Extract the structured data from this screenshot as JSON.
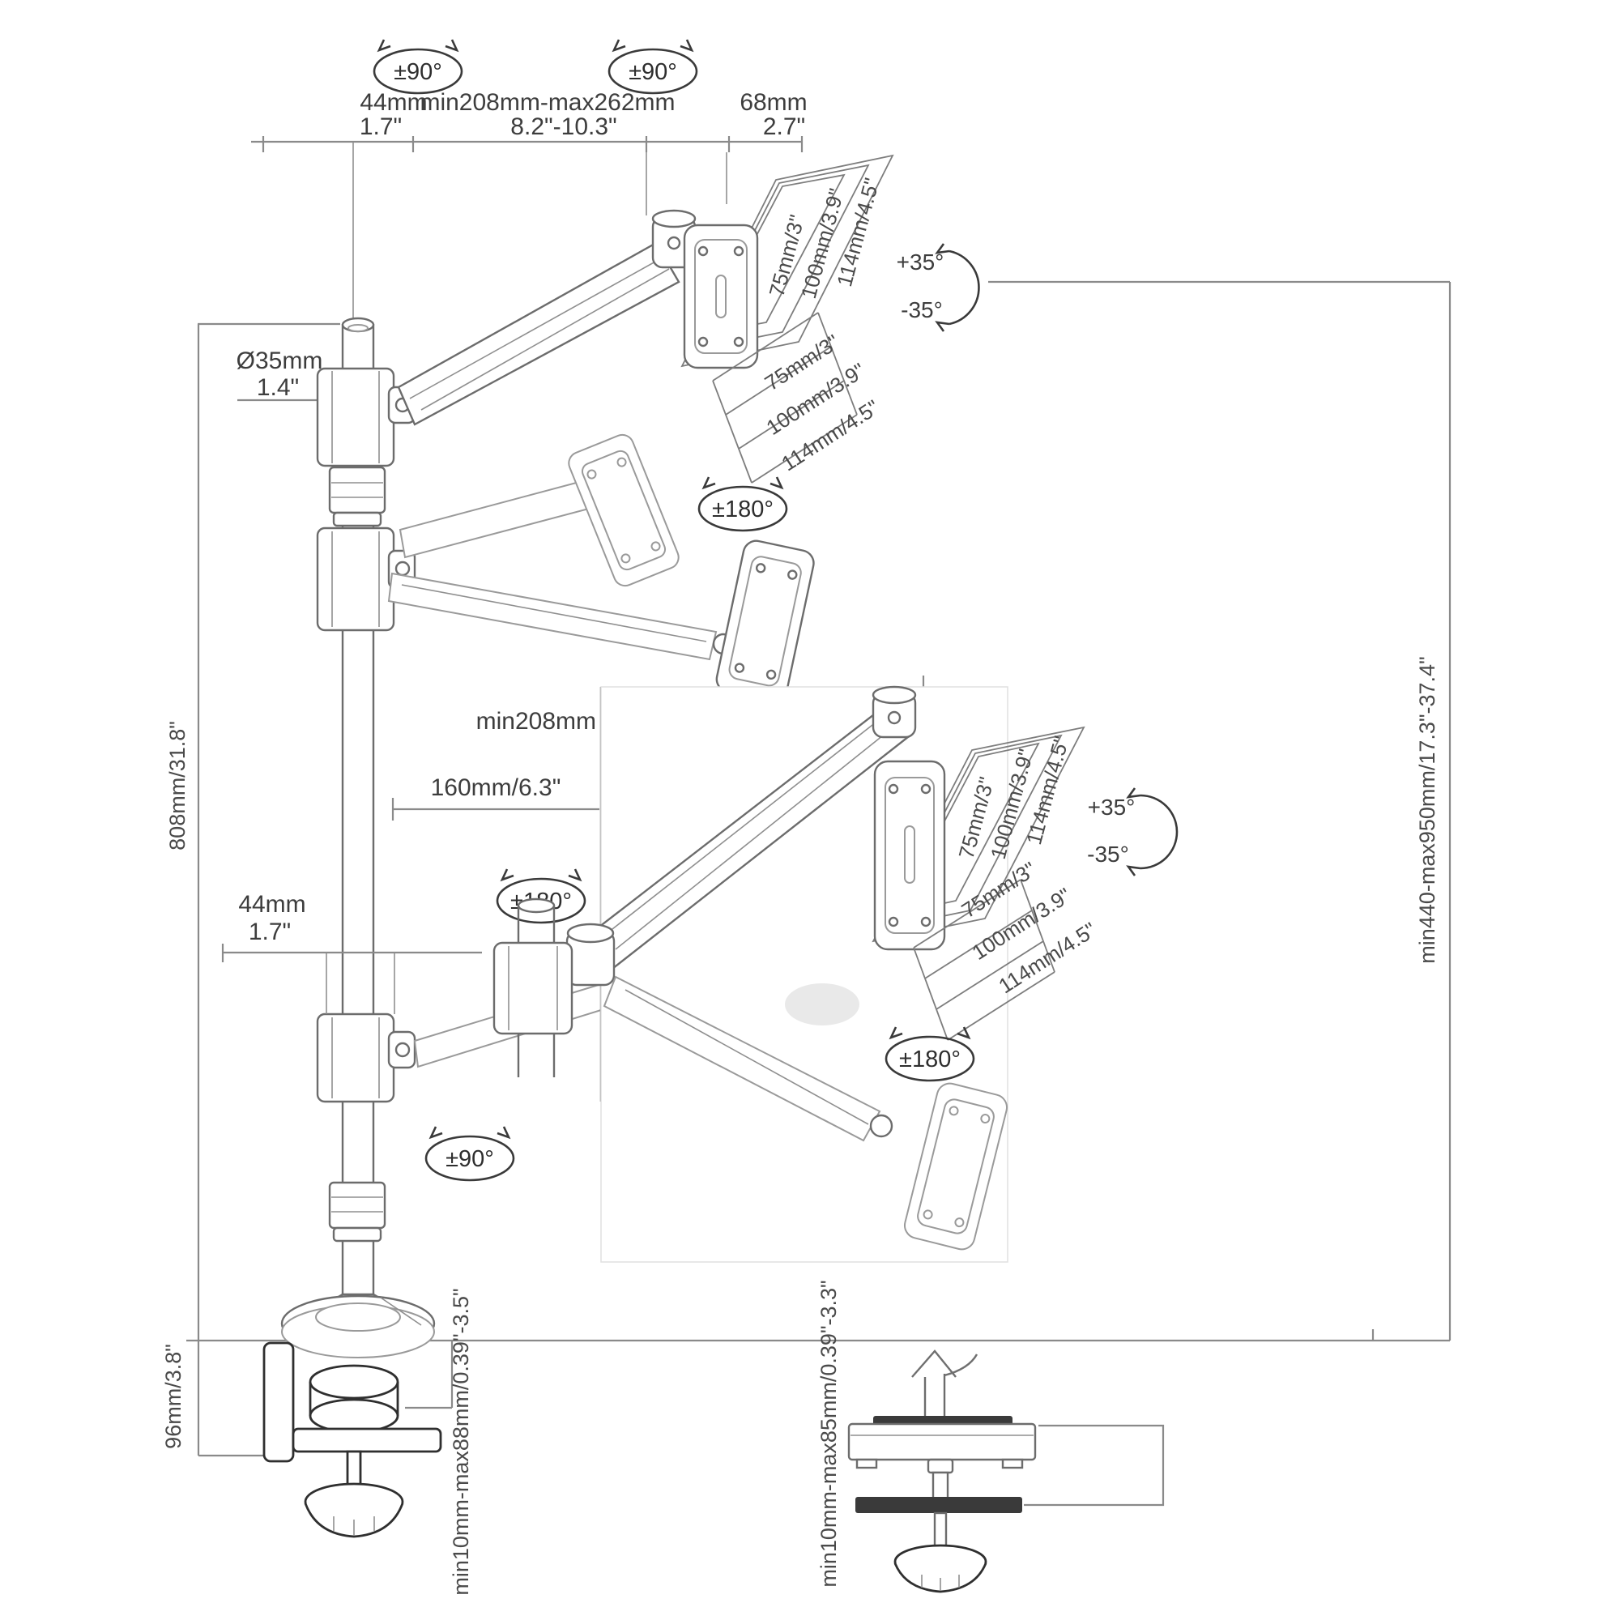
{
  "diagram_title": "",
  "colors": {
    "ink": "#3d3d3d",
    "dimension_line": "#8a8a8a",
    "drawing_stroke": "#6c6c6c",
    "background": "#ffffff"
  },
  "labels": {
    "rot90": "±90°",
    "rot180": "±180°",
    "tilt_up": "+35°",
    "tilt_down": "-35°",
    "vesa75": "75mm/3\"",
    "vesa100": "100mm/3.9\"",
    "vesa114": "114mm/4.5\"",
    "top_offset_mm": "44mm",
    "top_offset_in": "1.7\"",
    "top_reach_mm": "min208mm-max262mm",
    "top_reach_in": "8.2\"-10.3\"",
    "top_head_mm": "68mm",
    "top_head_in": "2.7\"",
    "pole_diameter_mm": "Ø35mm",
    "pole_diameter_in": "1.4\"",
    "pole_length": "808mm/31.8\"",
    "mid_reach": "min208mm",
    "lower_arm_length": "160mm/6.3\"",
    "mid_offset_mm": "44mm",
    "mid_offset_in": "1.7\"",
    "height_range": "min440-max950mm/17.3\"-37.4\"",
    "clamp_bracket_height": "96mm/3.8\"",
    "clamp_range_a": "min10mm-max88mm/0.39\"-3.5\"",
    "clamp_range_b": "min10mm-max85mm/0.39\"-3.3\""
  }
}
